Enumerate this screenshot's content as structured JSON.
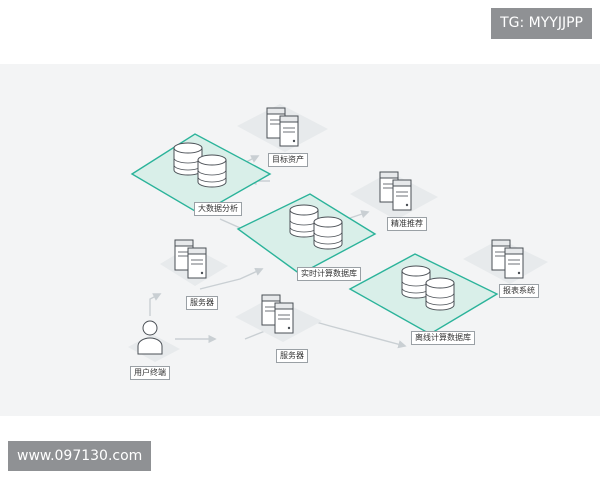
{
  "watermark_top": "TG: MYYJJPP",
  "watermark_bottom": "www.097130.com",
  "nodes": {
    "target_assets": {
      "label": "目标资产",
      "icon": "server-icon"
    },
    "big_data": {
      "label": "大数据分析",
      "icon": "database-icon"
    },
    "precise_rec": {
      "label": "精准推荐",
      "icon": "server-icon"
    },
    "realtime_db": {
      "label": "实时计算数据库",
      "icon": "database-icon"
    },
    "report_sys": {
      "label": "报表系统",
      "icon": "server-icon"
    },
    "server_left": {
      "label": "服务器",
      "icon": "server-icon"
    },
    "offline_db": {
      "label": "离线计算数据库",
      "icon": "database-icon"
    },
    "server_mid": {
      "label": "服务器",
      "icon": "server-icon"
    },
    "user_terminal": {
      "label": "用户终端",
      "icon": "user-icon"
    }
  },
  "colors": {
    "accent": "#2bb39a",
    "panel": "#d9efe9",
    "line": "#c9cfd3",
    "box": "#ffffff",
    "box_edge": "#4a4f55"
  }
}
